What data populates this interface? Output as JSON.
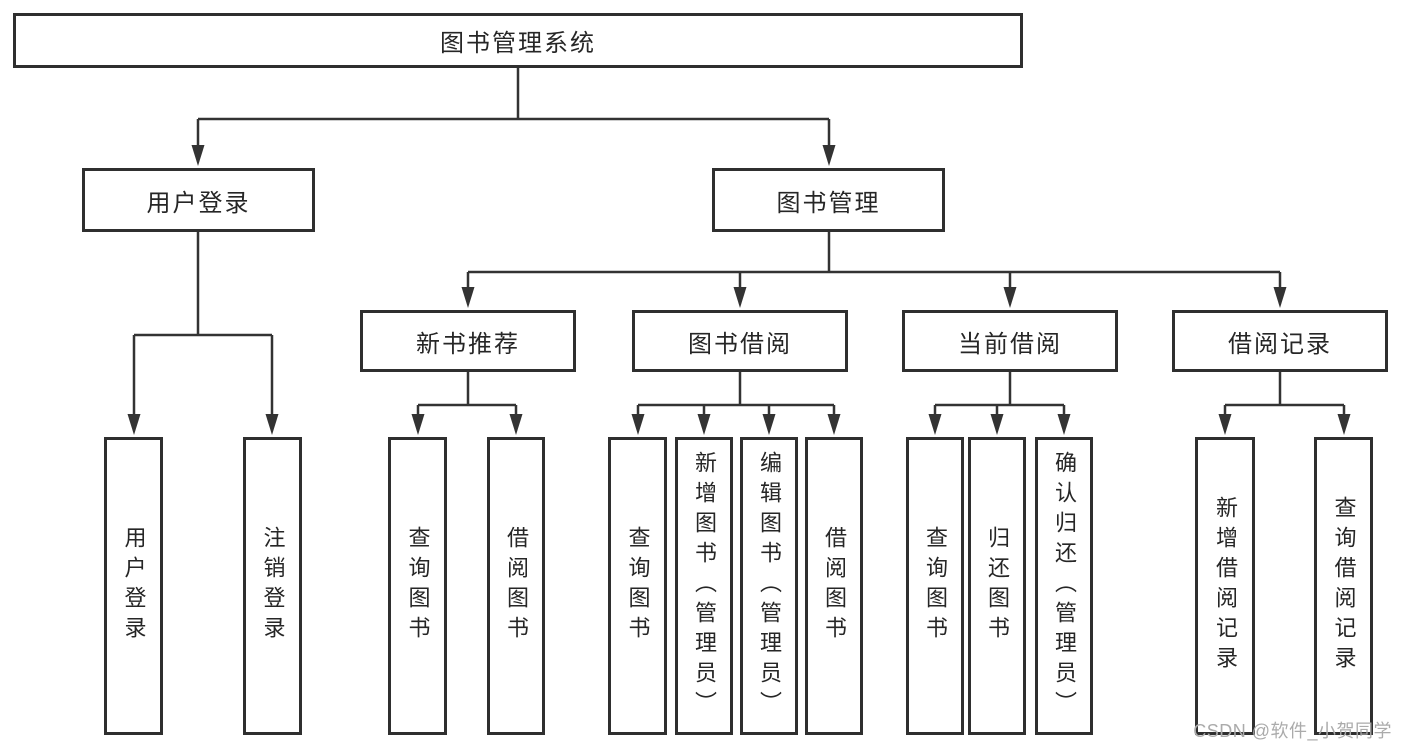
{
  "tree": {
    "label": "图书管理系统",
    "children": [
      {
        "label": "用户登录",
        "children": [
          {
            "label": "用户登录"
          },
          {
            "label": "注销登录"
          }
        ]
      },
      {
        "label": "图书管理",
        "children": [
          {
            "label": "新书推荐",
            "children": [
              {
                "label": "查询图书"
              },
              {
                "label": "借阅图书"
              }
            ]
          },
          {
            "label": "图书借阅",
            "children": [
              {
                "label": "查询图书"
              },
              {
                "label": "新增图书（管理员）"
              },
              {
                "label": "编辑图书（管理员）"
              },
              {
                "label": "借阅图书"
              }
            ]
          },
          {
            "label": "当前借阅",
            "children": [
              {
                "label": "查询图书"
              },
              {
                "label": "归还图书"
              },
              {
                "label": "确认归还（管理员）"
              }
            ]
          },
          {
            "label": "借阅记录",
            "children": [
              {
                "label": "新增借阅记录"
              },
              {
                "label": "查询借阅记录"
              }
            ]
          }
        ]
      }
    ]
  },
  "watermark": {
    "text": "CSDN @软件_小贺同学"
  },
  "colors": {
    "line": "#333333",
    "box_border": "#2f2f2f",
    "text": "#262626",
    "watermark": "#ababab",
    "background": "#ffffff"
  }
}
